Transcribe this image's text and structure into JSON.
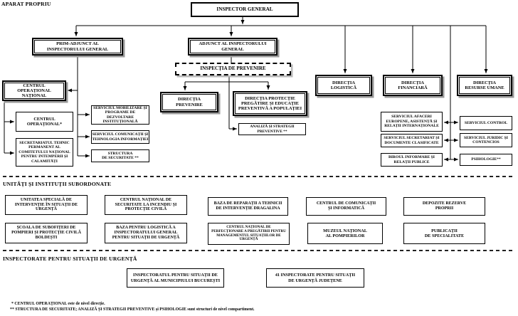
{
  "title": "APARAT PROPRIU",
  "colors": {
    "line": "#000000",
    "box_bg": "#ffffff",
    "shadow": "#999999"
  },
  "aparat": {
    "inspector_general": "INSPECTOR GENERAL",
    "prim_adjunct": "PRIM-ADJUNCT AL\nINSPECTORULUI GENERAL",
    "adjunct": "ADJUNCT AL INSPECTORULUI\nGENERAL",
    "inspectia_prevenire": "INSPECȚIA DE PREVENIRE",
    "centrul_operational_national": "CENTRUL\nOPERAȚIONAL\nNAȚIONAL",
    "centrul_operational": "CENTRUL\nOPERAȚIONAL*",
    "secretariatul_tehnic": "SECRETARIATUL TEHNIC\nPERMANENT AL\nCOMITETULUI NAȚIONAL\nPENTRU INTEMPERII ȘI\nCALAMITĂȚI",
    "serviciul_mobilizare": "SERVICIUL MOBILIZARE ȘI\nPROGRAME DE DEZVOLTARE\nINSTITUȚIONALĂ",
    "serviciul_comunicatii": "SERVICIUL COMUNICAȚII ȘI\nTEHNOLOGIA INFORMAȚIEI",
    "structura_securitate": "STRUCTURA\nDE SECURITATE **",
    "directia_prevenire": "DIRECȚIA\nPREVENIRE",
    "directia_protectie": "DIRECȚIA PROTECȚIE\nPREGĂTIRE ȘI EDUCAȚIE\nPREVENTIVĂ A POPULAȚIEI",
    "analiza_strategii": "ANALIZĂ ȘI STRATEGII\nPREVENTIVE **",
    "directia_logistica": "DIRECȚIA\nLOGISTICĂ",
    "directia_financiara": "DIRECȚIA\nFINANCIARĂ",
    "directia_resurse_umane": "DIRECȚIA\nRESURSE UMANE",
    "serviciul_afaceri": "SERVICIUL AFACERI\nEUROPENE, ASISTENȚĂ ȘI\nRELAȚII INTERNAȚIONALE",
    "serviciul_secretariat": "SERVICIUL SECRETARIAT ȘI\nDOCUMENTE CLASIFICATE",
    "biroul_informare": "BIROUL INFORMARE ȘI\nRELAȚII PUBLICE",
    "serviciul_control": "SERVICIUL CONTROL",
    "serviciul_juridic": "SERVICIUL JURIDIC ȘI\nCONTENCIOS",
    "psihologie": "PSIHOLOGIE**"
  },
  "subordonate": {
    "section_title": "UNITĂȚI ȘI INSTITUȚII SUBORDONATE",
    "units": [
      "UNITATEA SPECIALĂ DE\nINTERVENȚIE ÎN SITUAȚII DE\nURGENȚĂ",
      "CENTRUL NAȚIONAL DE\nSECURITATE LA INCENDIU ȘI\nPROTECȚIE CIVILĂ",
      "BAZA DE REPARAȚII A TEHNICII\nDE INTERVENȚIE DRAGALINA",
      "CENTRUL DE COMUNICAȚII\nȘI INFORMATICĂ",
      "DEPOZITE REZERVE\nPROPRII",
      "ȘCOALA DE SUBOFIȚERI DE\nPOMPIERI ȘI PROTECȚIE CIVILĂ\nBOLDEȘTI",
      "BAZA PENTRU LOGISTICĂ A\nINSPECTORATULUI GENERAL\nPENTRU SITUAȚII DE URGENȚĂ",
      "CENTRUL NAȚIONAL DE\nPERFECȚIONARE A PREGĂTIRII PENTRU\nMANAGEMENTUL SITUAȚIILOR DE\nURGENȚĂ",
      "MUZEUL NAȚIONAL\nAL POMPIERILOR",
      "PUBLICAȚII\nDE SPECIALITATE"
    ]
  },
  "inspectorate": {
    "section_title": "INSPECTORATE PENTRU SITUAȚII DE URGENȚĂ",
    "bucuresti": "INSPECTORATUL PENTRU SITUAȚII DE\nURGENȚĂ AL MUNICIPIULUI BUCUREȘTI",
    "judetene": "41 INSPECTORATE PENTRU SITUAȚII\nDE URGENȚĂ JUDEȚENE"
  },
  "footnotes": {
    "line1": "*  CENTRUL OPERAȚIONAL este de nivel direcție.",
    "line2": "** STRUCTURA DE SECURITATE;  ANALIZĂ ȘI STRATEGII PREVENTIVE  și  PSIHOLOGIE  sunt structuri de nivel compartiment."
  }
}
